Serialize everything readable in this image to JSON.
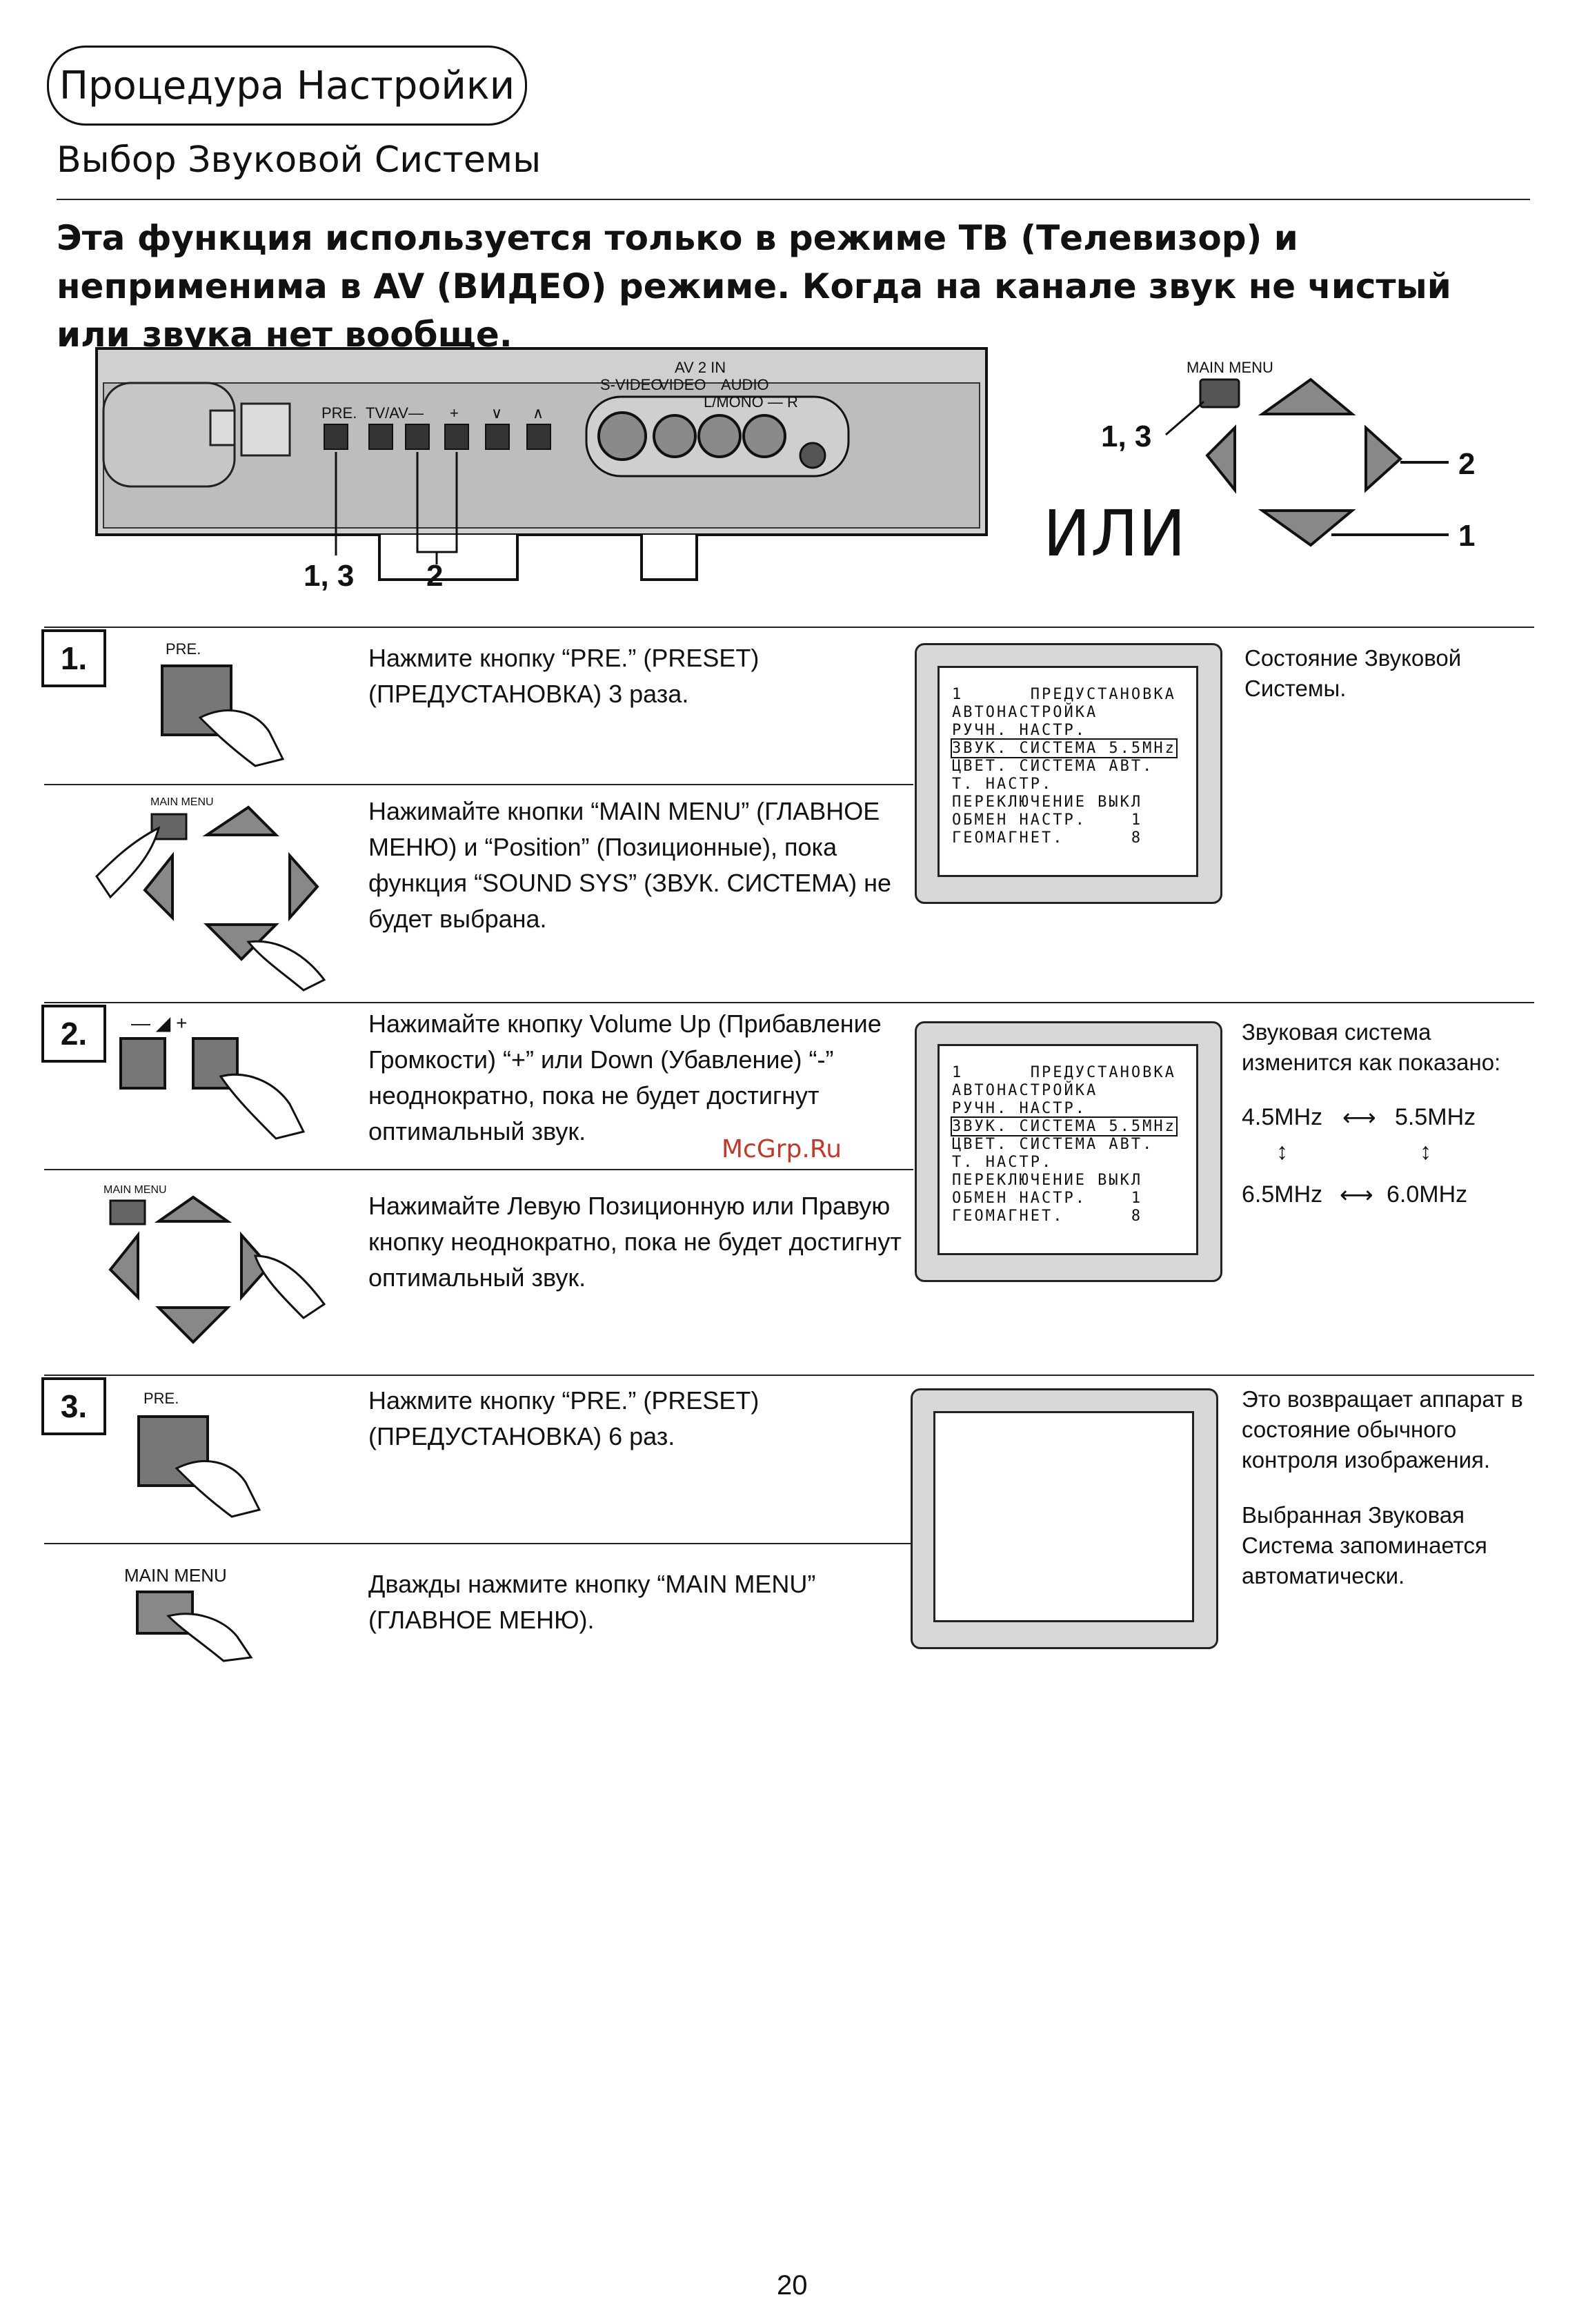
{
  "header": {
    "title": "Процедура Настройки",
    "section": "Выбор Звуковой Системы",
    "intro": "Эта функция используется только в режиме ТВ (Телевизор) и неприменима в AV (ВИДЕО) режиме. Когда на канале звук не чистый или звука нет вообще."
  },
  "panel": {
    "labels": [
      "PRE.",
      "TV/AV",
      "—",
      "+",
      "∨",
      "∧"
    ],
    "av_title": "AV 2 IN",
    "av_svideo": "S-VIDEO",
    "av_video": "VIDEO",
    "av_audio": "AUDIO",
    "av_lr": "L/MONO — R",
    "callout_left": "1, 3",
    "callout_right": "2"
  },
  "remote": {
    "main_menu": "MAIN MENU",
    "callout_13": "1, 3",
    "callout_2": "2",
    "callout_1": "1",
    "or": "ИЛИ"
  },
  "steps": [
    {
      "num": "1.",
      "icon_label": "PRE.",
      "text_a": "Нажмите кнопку “PRE.” (PRESET) (ПРЕДУСТАНОВКА) 3 раза.",
      "icon_label_b": "MAIN MENU",
      "text_b": "Нажимайте кнопки “MAIN MENU” (ГЛАВНОЕ МЕНЮ) и “Position” (Позиционные), пока функция “SOUND SYS” (ЗВУК. СИСТЕМА) не будет выбрана.",
      "side": "Состояние Звуковой Системы."
    },
    {
      "num": "2.",
      "icon_label": "— ◢ +",
      "text_a": "Нажимайте кнопку Volume Up (Прибавление Громкости) “+” или Down (Убавление) “-” неоднократно, пока не будет достигнут оптимальный звук.",
      "icon_label_b": "MAIN MENU",
      "text_b": "Нажимайте Левую Позиционную или Правую кнопку неоднократно, пока не будет достигнут оптимальный звук.",
      "side": "Звуковая система изменится как показано:"
    },
    {
      "num": "3.",
      "icon_label": "PRE.",
      "text_a": "Нажмите кнопку “PRE.” (PRESET) (ПРЕДУСТАНОВКА) 6 раз.",
      "icon_label_b": "MAIN MENU",
      "text_b": "Дважды нажмите кнопку “MAIN MENU” (ГЛАВНОЕ МЕНЮ).",
      "side": "Это возвращает аппарат в состояние обычного контроля изображения.",
      "side_b": "Выбранная Звуковая Система запоминается автоматически."
    }
  ],
  "osd": {
    "l1": "1      ПРЕДУСТАНОВКА",
    "l2": "АВТОНАСТРОЙКА",
    "l3": "РУЧН. НАСТР.",
    "l4": "ЗВУК. СИСТЕМА 5.5MHz",
    "l5": "ЦВЕТ. СИСТЕМА АВТ.",
    "l6": "Т. НАСТР.",
    "l7": "ПЕРЕКЛЮЧЕНИЕ ВЫКЛ",
    "l8": "ОБМЕН НАСТР.    1",
    "l9": "ГЕОМАГНЕТ.      8"
  },
  "freq": {
    "a": "4.5MHz",
    "b": "5.5MHz",
    "c": "6.5MHz",
    "d": "6.0MHz"
  },
  "watermark": "McGrp.Ru",
  "page_number": "20"
}
